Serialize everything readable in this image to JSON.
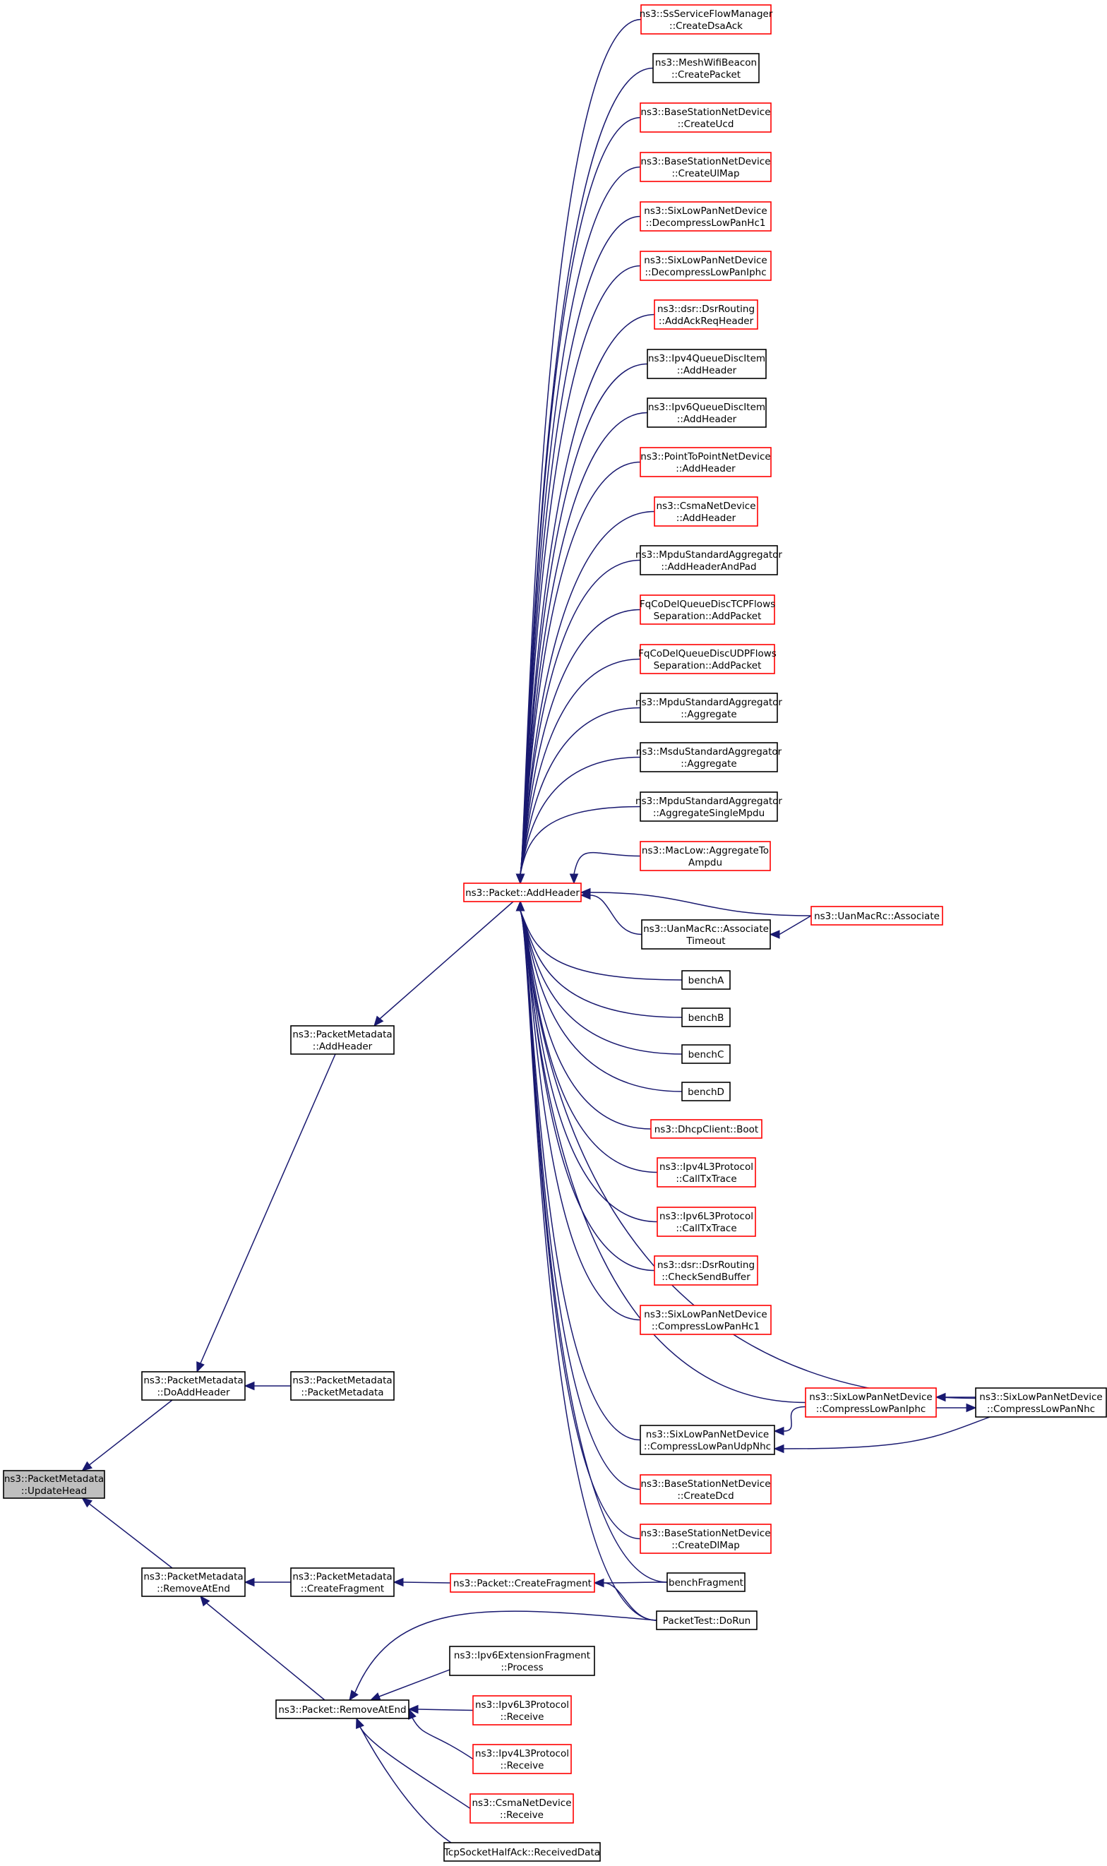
{
  "nodes": [
    {
      "id": "update_head",
      "lines": [
        "ns3::PacketMetadata",
        "::UpdateHead"
      ],
      "style": "focus"
    },
    {
      "id": "do_add_header",
      "lines": [
        "ns3::PacketMetadata",
        "::DoAddHeader"
      ],
      "style": "black"
    },
    {
      "id": "remove_at_end_pm",
      "lines": [
        "ns3::PacketMetadata",
        "::RemoveAtEnd"
      ],
      "style": "black"
    },
    {
      "id": "pm_add_header",
      "lines": [
        "ns3::PacketMetadata",
        "::AddHeader"
      ],
      "style": "black"
    },
    {
      "id": "pm_packet_metadata",
      "lines": [
        "ns3::PacketMetadata",
        "::PacketMetadata"
      ],
      "style": "black"
    },
    {
      "id": "pm_create_fragment",
      "lines": [
        "ns3::PacketMetadata",
        "::CreateFragment"
      ],
      "style": "black"
    },
    {
      "id": "packet_remove_at_end",
      "lines": [
        "ns3::Packet::RemoveAtEnd"
      ],
      "style": "black"
    },
    {
      "id": "packet_add_header",
      "lines": [
        "ns3::Packet::AddHeader"
      ],
      "style": "red"
    },
    {
      "id": "packet_create_fragment",
      "lines": [
        "ns3::Packet::CreateFragment"
      ],
      "style": "red"
    },
    {
      "id": "create_dsa_ack",
      "lines": [
        "ns3::SsServiceFlowManager",
        "::CreateDsaAck"
      ],
      "style": "red"
    },
    {
      "id": "mesh_create_packet",
      "lines": [
        "ns3::MeshWifiBeacon",
        "::CreatePacket"
      ],
      "style": "black"
    },
    {
      "id": "bs_create_ucd",
      "lines": [
        "ns3::BaseStationNetDevice",
        "::CreateUcd"
      ],
      "style": "red"
    },
    {
      "id": "bs_create_ulmap",
      "lines": [
        "ns3::BaseStationNetDevice",
        "::CreateUlMap"
      ],
      "style": "red"
    },
    {
      "id": "slp_decomp_hc1",
      "lines": [
        "ns3::SixLowPanNetDevice",
        "::DecompressLowPanHc1"
      ],
      "style": "red"
    },
    {
      "id": "slp_decomp_iphc",
      "lines": [
        "ns3::SixLowPanNetDevice",
        "::DecompressLowPanIphc"
      ],
      "style": "red"
    },
    {
      "id": "dsr_add_ack_req",
      "lines": [
        "ns3::dsr::DsrRouting",
        "::AddAckReqHeader"
      ],
      "style": "red"
    },
    {
      "id": "ipv4_qdisc_add_header",
      "lines": [
        "ns3::Ipv4QueueDiscItem",
        "::AddHeader"
      ],
      "style": "black"
    },
    {
      "id": "ipv6_qdisc_add_header",
      "lines": [
        "ns3::Ipv6QueueDiscItem",
        "::AddHeader"
      ],
      "style": "black"
    },
    {
      "id": "p2p_add_header",
      "lines": [
        "ns3::PointToPointNetDevice",
        "::AddHeader"
      ],
      "style": "red"
    },
    {
      "id": "csma_add_header",
      "lines": [
        "ns3::CsmaNetDevice",
        "::AddHeader"
      ],
      "style": "red"
    },
    {
      "id": "mpdu_add_header_pad",
      "lines": [
        "ns3::MpduStandardAggregator",
        "::AddHeaderAndPad"
      ],
      "style": "black"
    },
    {
      "id": "fq_tcp_add_packet",
      "lines": [
        "FqCoDelQueueDiscTCPFlows",
        "Separation::AddPacket"
      ],
      "style": "red"
    },
    {
      "id": "fq_udp_add_packet",
      "lines": [
        "FqCoDelQueueDiscUDPFlows",
        "Separation::AddPacket"
      ],
      "style": "red"
    },
    {
      "id": "mpdu_aggregate",
      "lines": [
        "ns3::MpduStandardAggregator",
        "::Aggregate"
      ],
      "style": "black"
    },
    {
      "id": "msdu_aggregate",
      "lines": [
        "ns3::MsduStandardAggregator",
        "::Aggregate"
      ],
      "style": "black"
    },
    {
      "id": "mpdu_aggregate_single",
      "lines": [
        "ns3::MpduStandardAggregator",
        "::AggregateSingleMpdu"
      ],
      "style": "black"
    },
    {
      "id": "maclow_aggregate_ampdu",
      "lines": [
        "ns3::MacLow::AggregateTo",
        "Ampdu"
      ],
      "style": "red"
    },
    {
      "id": "uan_associate",
      "lines": [
        "ns3::UanMacRc::Associate"
      ],
      "style": "red"
    },
    {
      "id": "uan_associate_timeout",
      "lines": [
        "ns3::UanMacRc::Associate",
        "Timeout"
      ],
      "style": "black"
    },
    {
      "id": "bench_a",
      "lines": [
        "benchA"
      ],
      "style": "black"
    },
    {
      "id": "bench_b",
      "lines": [
        "benchB"
      ],
      "style": "black"
    },
    {
      "id": "bench_c",
      "lines": [
        "benchC"
      ],
      "style": "black"
    },
    {
      "id": "bench_d",
      "lines": [
        "benchD"
      ],
      "style": "black"
    },
    {
      "id": "dhcp_boot",
      "lines": [
        "ns3::DhcpClient::Boot"
      ],
      "style": "red"
    },
    {
      "id": "ipv4_call_tx_trace",
      "lines": [
        "ns3::Ipv4L3Protocol",
        "::CallTxTrace"
      ],
      "style": "red"
    },
    {
      "id": "ipv6_call_tx_trace",
      "lines": [
        "ns3::Ipv6L3Protocol",
        "::CallTxTrace"
      ],
      "style": "red"
    },
    {
      "id": "dsr_check_send_buffer",
      "lines": [
        "ns3::dsr::DsrRouting",
        "::CheckSendBuffer"
      ],
      "style": "red"
    },
    {
      "id": "slp_comp_hc1",
      "lines": [
        "ns3::SixLowPanNetDevice",
        "::CompressLowPanHc1"
      ],
      "style": "red"
    },
    {
      "id": "slp_comp_nhc",
      "lines": [
        "ns3::SixLowPanNetDevice",
        "::CompressLowPanNhc"
      ],
      "style": "black"
    },
    {
      "id": "slp_comp_iphc",
      "lines": [
        "ns3::SixLowPanNetDevice",
        "::CompressLowPanIphc"
      ],
      "style": "red"
    },
    {
      "id": "slp_comp_udp_nhc",
      "lines": [
        "ns3::SixLowPanNetDevice",
        "::CompressLowPanUdpNhc"
      ],
      "style": "black"
    },
    {
      "id": "bs_create_dcd",
      "lines": [
        "ns3::BaseStationNetDevice",
        "::CreateDcd"
      ],
      "style": "red"
    },
    {
      "id": "bs_create_dlmap",
      "lines": [
        "ns3::BaseStationNetDevice",
        "::CreateDlMap"
      ],
      "style": "red"
    },
    {
      "id": "bench_fragment",
      "lines": [
        "benchFragment"
      ],
      "style": "black"
    },
    {
      "id": "packet_test_do_run",
      "lines": [
        "PacketTest::DoRun"
      ],
      "style": "black"
    },
    {
      "id": "ipv6_ext_frag_process",
      "lines": [
        "ns3::Ipv6ExtensionFragment",
        "::Process"
      ],
      "style": "black"
    },
    {
      "id": "ipv6_receive",
      "lines": [
        "ns3::Ipv6L3Protocol",
        "::Receive"
      ],
      "style": "red"
    },
    {
      "id": "ipv4_receive",
      "lines": [
        "ns3::Ipv4L3Protocol",
        "::Receive"
      ],
      "style": "red"
    },
    {
      "id": "csma_receive",
      "lines": [
        "ns3::CsmaNetDevice",
        "::Receive"
      ],
      "style": "red"
    },
    {
      "id": "tcp_half_ack_received",
      "lines": [
        "TcpSocketHalfAck::ReceivedData"
      ],
      "style": "black"
    }
  ],
  "edges": [
    [
      "do_add_header",
      "update_head"
    ],
    [
      "remove_at_end_pm",
      "update_head"
    ],
    [
      "pm_add_header",
      "do_add_header"
    ],
    [
      "pm_packet_metadata",
      "do_add_header"
    ],
    [
      "pm_create_fragment",
      "remove_at_end_pm"
    ],
    [
      "packet_remove_at_end",
      "remove_at_end_pm"
    ],
    [
      "packet_add_header",
      "pm_add_header"
    ],
    [
      "packet_create_fragment",
      "pm_create_fragment"
    ],
    [
      "create_dsa_ack",
      "packet_add_header"
    ],
    [
      "mesh_create_packet",
      "packet_add_header"
    ],
    [
      "bs_create_ucd",
      "packet_add_header"
    ],
    [
      "bs_create_ulmap",
      "packet_add_header"
    ],
    [
      "slp_decomp_hc1",
      "packet_add_header"
    ],
    [
      "slp_decomp_iphc",
      "packet_add_header"
    ],
    [
      "dsr_add_ack_req",
      "packet_add_header"
    ],
    [
      "ipv4_qdisc_add_header",
      "packet_add_header"
    ],
    [
      "ipv6_qdisc_add_header",
      "packet_add_header"
    ],
    [
      "p2p_add_header",
      "packet_add_header"
    ],
    [
      "csma_add_header",
      "packet_add_header"
    ],
    [
      "mpdu_add_header_pad",
      "packet_add_header"
    ],
    [
      "fq_tcp_add_packet",
      "packet_add_header"
    ],
    [
      "fq_udp_add_packet",
      "packet_add_header"
    ],
    [
      "mpdu_aggregate",
      "packet_add_header"
    ],
    [
      "msdu_aggregate",
      "packet_add_header"
    ],
    [
      "mpdu_aggregate_single",
      "packet_add_header"
    ],
    [
      "maclow_aggregate_ampdu",
      "packet_add_header"
    ],
    [
      "uan_associate",
      "packet_add_header"
    ],
    [
      "uan_associate_timeout",
      "packet_add_header"
    ],
    [
      "uan_associate",
      "uan_associate_timeout"
    ],
    [
      "bench_a",
      "packet_add_header"
    ],
    [
      "bench_b",
      "packet_add_header"
    ],
    [
      "bench_c",
      "packet_add_header"
    ],
    [
      "bench_d",
      "packet_add_header"
    ],
    [
      "dhcp_boot",
      "packet_add_header"
    ],
    [
      "ipv4_call_tx_trace",
      "packet_add_header"
    ],
    [
      "ipv6_call_tx_trace",
      "packet_add_header"
    ],
    [
      "dsr_check_send_buffer",
      "packet_add_header"
    ],
    [
      "slp_comp_hc1",
      "packet_add_header"
    ],
    [
      "slp_comp_nhc",
      "packet_add_header"
    ],
    [
      "slp_comp_iphc",
      "packet_add_header"
    ],
    [
      "slp_comp_udp_nhc",
      "packet_add_header"
    ],
    [
      "slp_comp_nhc",
      "slp_comp_iphc"
    ],
    [
      "slp_comp_iphc",
      "slp_comp_nhc"
    ],
    [
      "slp_comp_iphc",
      "slp_comp_udp_nhc"
    ],
    [
      "slp_comp_nhc",
      "slp_comp_udp_nhc"
    ],
    [
      "bs_create_dcd",
      "packet_add_header"
    ],
    [
      "bs_create_dlmap",
      "packet_add_header"
    ],
    [
      "bench_fragment",
      "packet_add_header"
    ],
    [
      "packet_test_do_run",
      "packet_add_header"
    ],
    [
      "bench_fragment",
      "packet_create_fragment"
    ],
    [
      "packet_test_do_run",
      "packet_create_fragment"
    ],
    [
      "packet_test_do_run",
      "packet_remove_at_end"
    ],
    [
      "ipv6_ext_frag_process",
      "packet_remove_at_end"
    ],
    [
      "ipv6_receive",
      "packet_remove_at_end"
    ],
    [
      "ipv4_receive",
      "packet_remove_at_end"
    ],
    [
      "csma_receive",
      "packet_remove_at_end"
    ],
    [
      "tcp_half_ack_received",
      "packet_remove_at_end"
    ]
  ],
  "colors": {
    "edge": "#191970",
    "border_red": "#ff0000",
    "border_black": "#000000",
    "focus_fill": "#bfbfbf"
  }
}
